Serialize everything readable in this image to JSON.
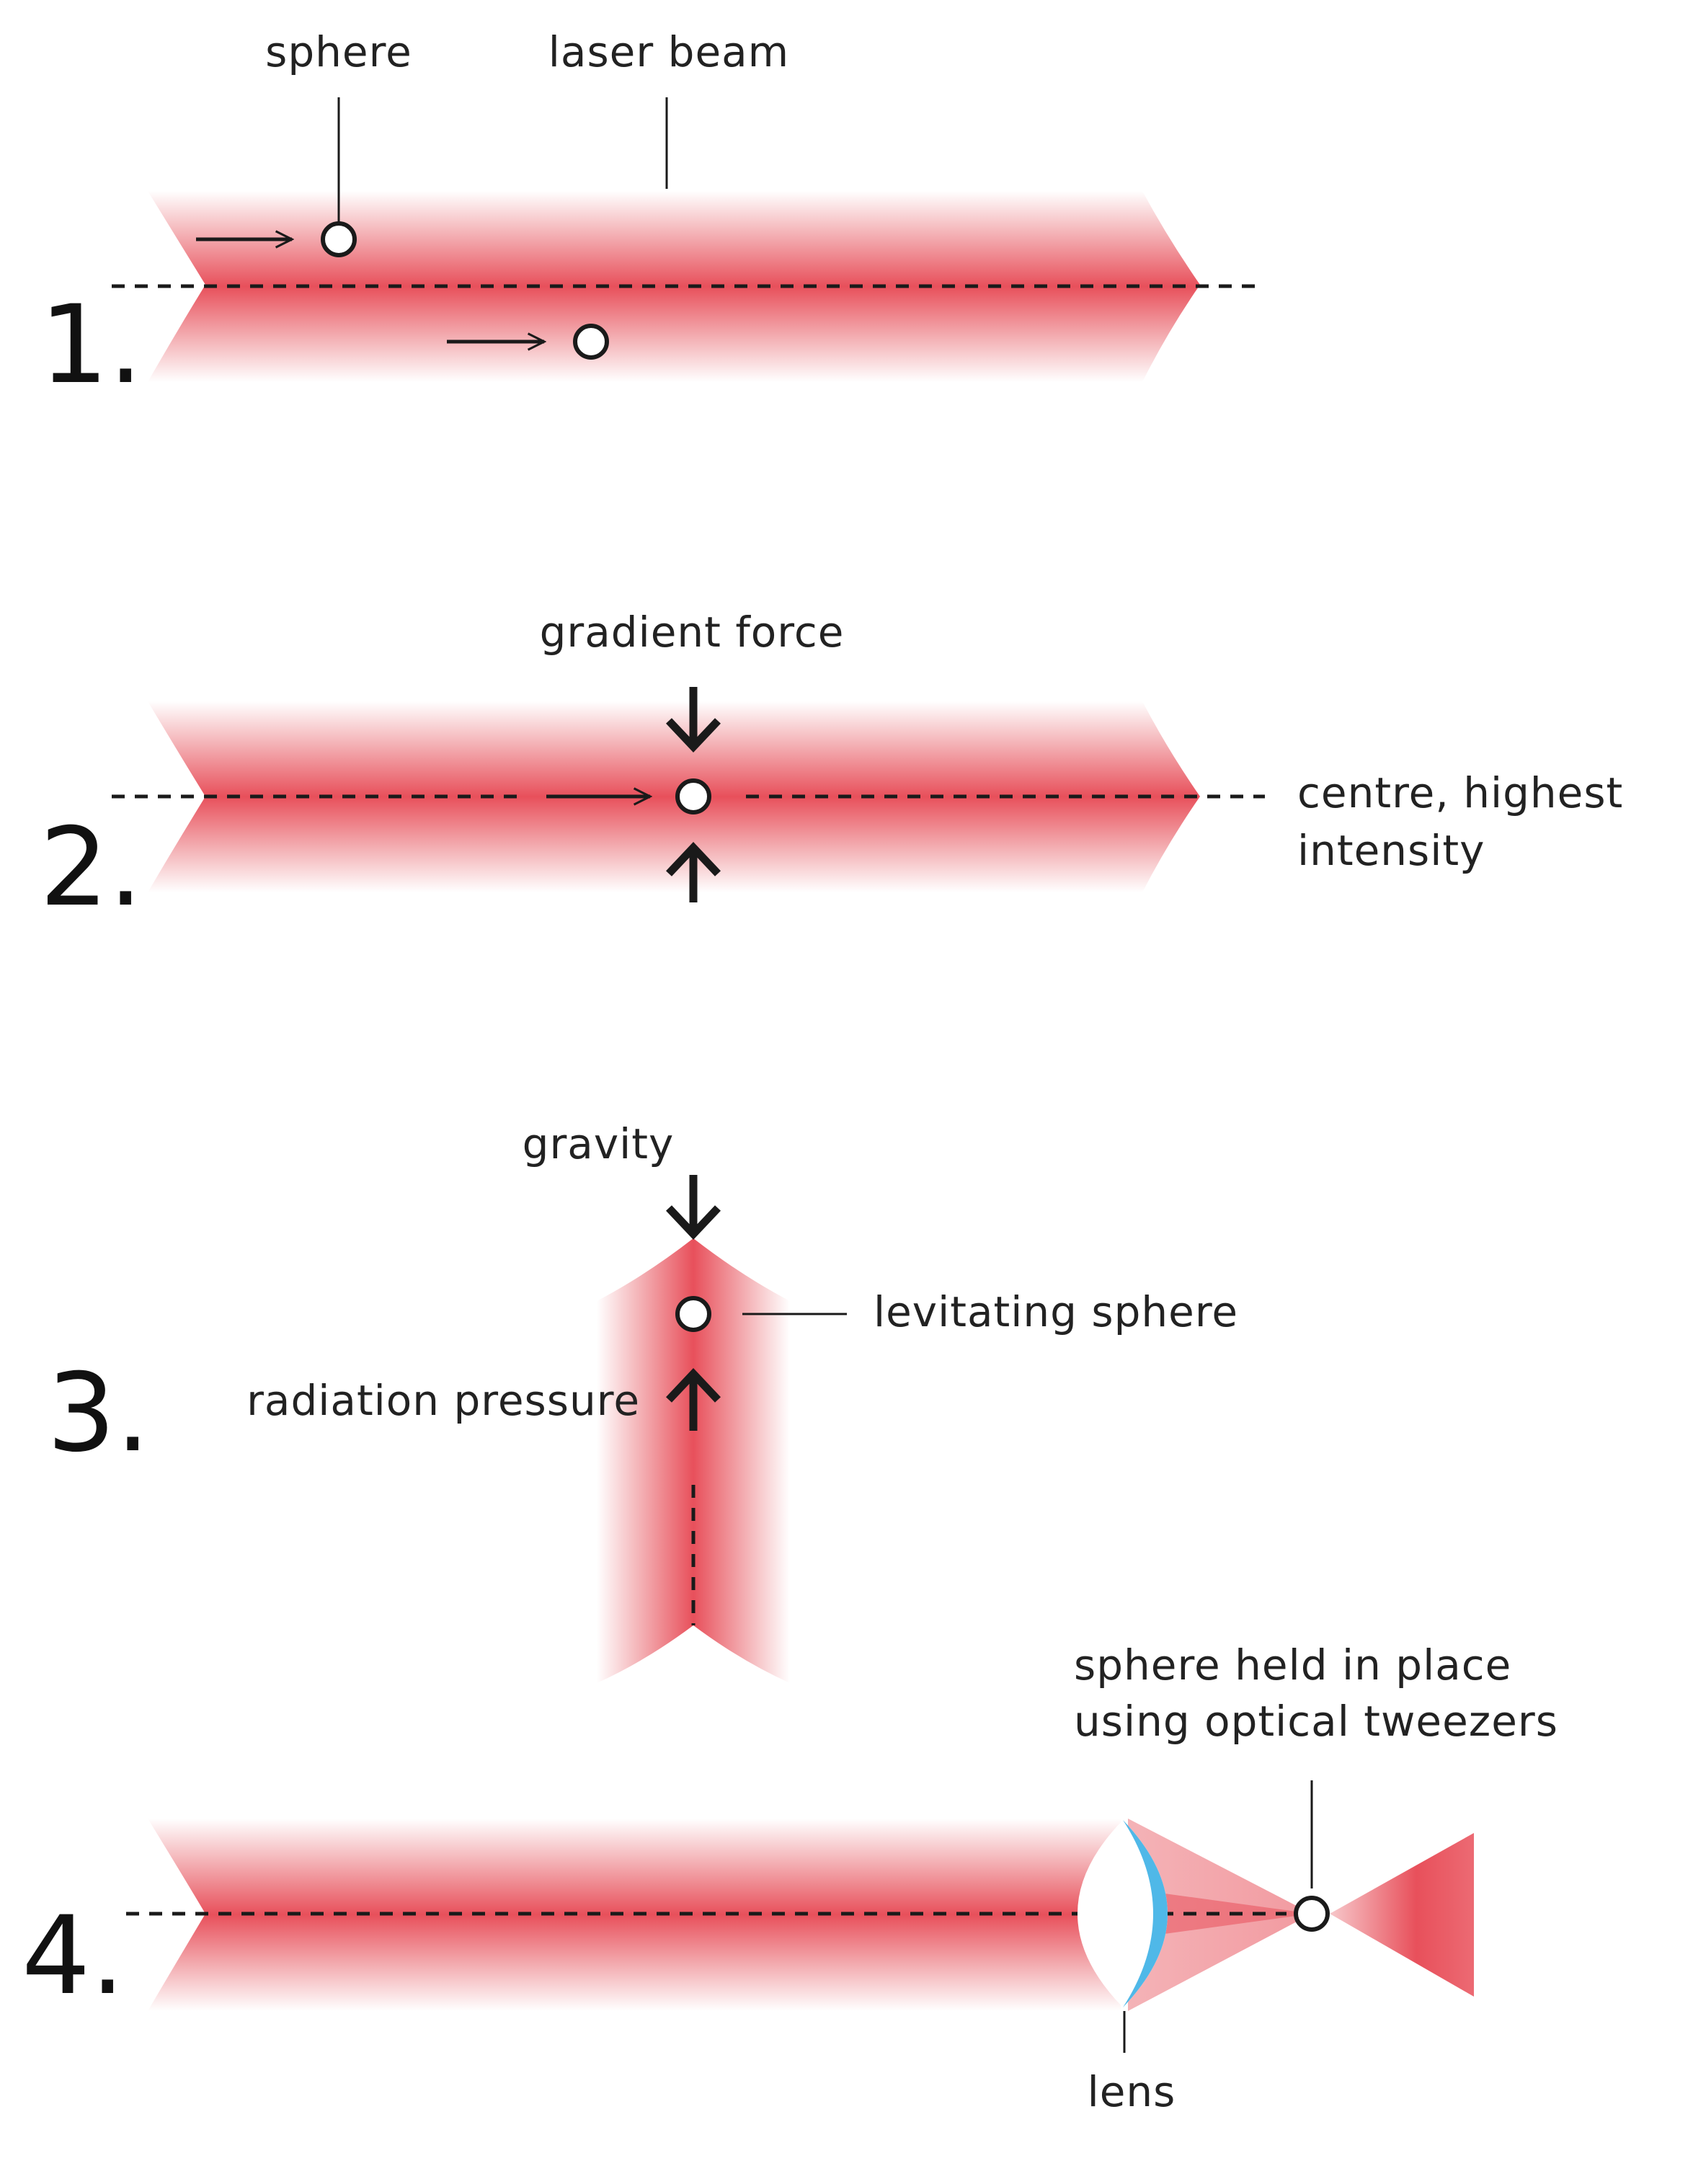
{
  "colors": {
    "beam": "#e8505b",
    "beam_edge": "#ffffff",
    "ink": "#1a1a1a",
    "lens_edge": "#4fb8e8"
  },
  "panel1": {
    "number": "1.",
    "sphere_label": "sphere",
    "beam_label": "laser beam"
  },
  "panel2": {
    "number": "2.",
    "force_label": "gradient force",
    "centre_label_line1": "centre, highest",
    "centre_label_line2": "intensity"
  },
  "panel3": {
    "number": "3.",
    "gravity_label": "gravity",
    "sphere_label": "levitating sphere",
    "pressure_label": "radiation pressure"
  },
  "panel4": {
    "number": "4.",
    "tweezers_label_line1": "sphere held in place",
    "tweezers_label_line2": "using optical tweezers",
    "lens_label": "lens"
  }
}
